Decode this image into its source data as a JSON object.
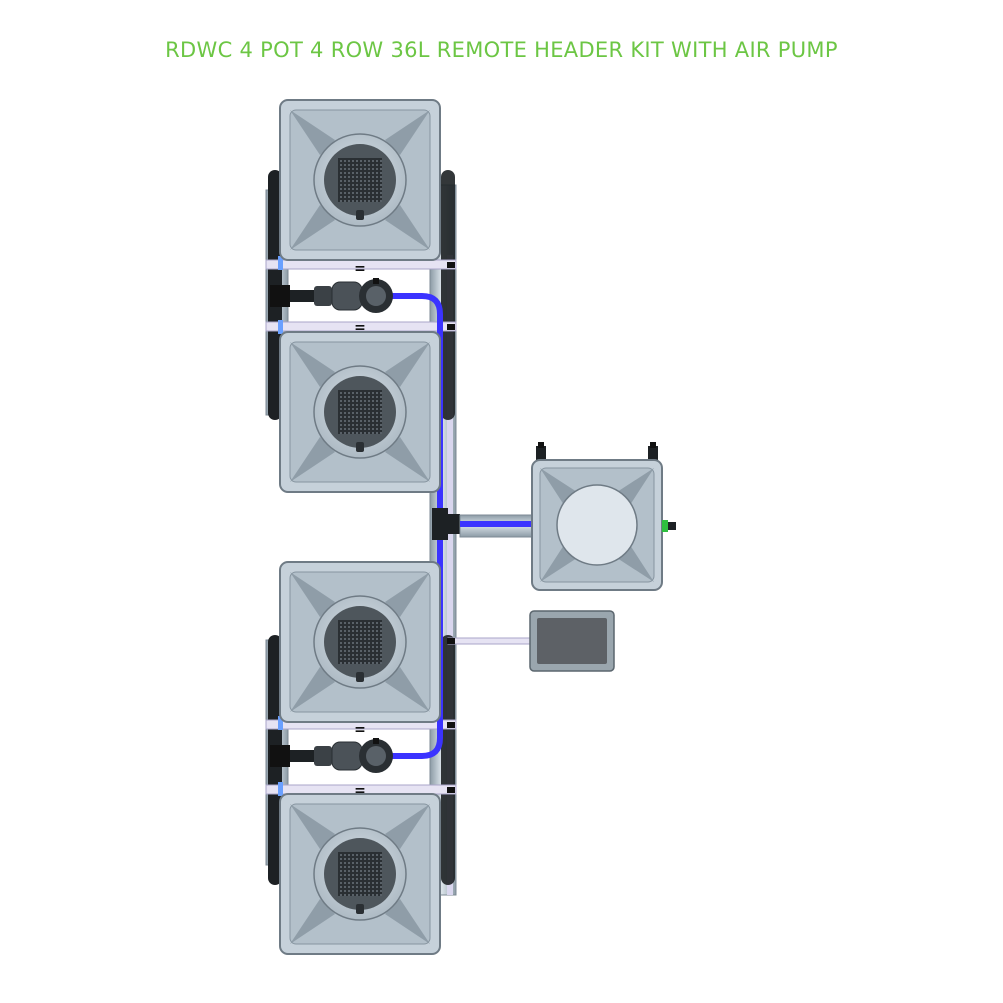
{
  "title": "RDWC 4 POT 4 ROW 36L REMOTE HEADER KIT WITH AIR PUMP",
  "colors": {
    "title": "#6cc644",
    "water_line": "#3b33ff",
    "pot_body": "#c6d1da",
    "pot_edge": "#6f7b85",
    "pipe": "#b9c7d1",
    "accent_green": "#2fbf3f"
  },
  "components": {
    "pots": {
      "count": 4,
      "label_mark": "="
    },
    "header_tank": {
      "count": 1
    },
    "air_pump": {
      "count": 1
    },
    "pumps": {
      "count": 2
    }
  }
}
